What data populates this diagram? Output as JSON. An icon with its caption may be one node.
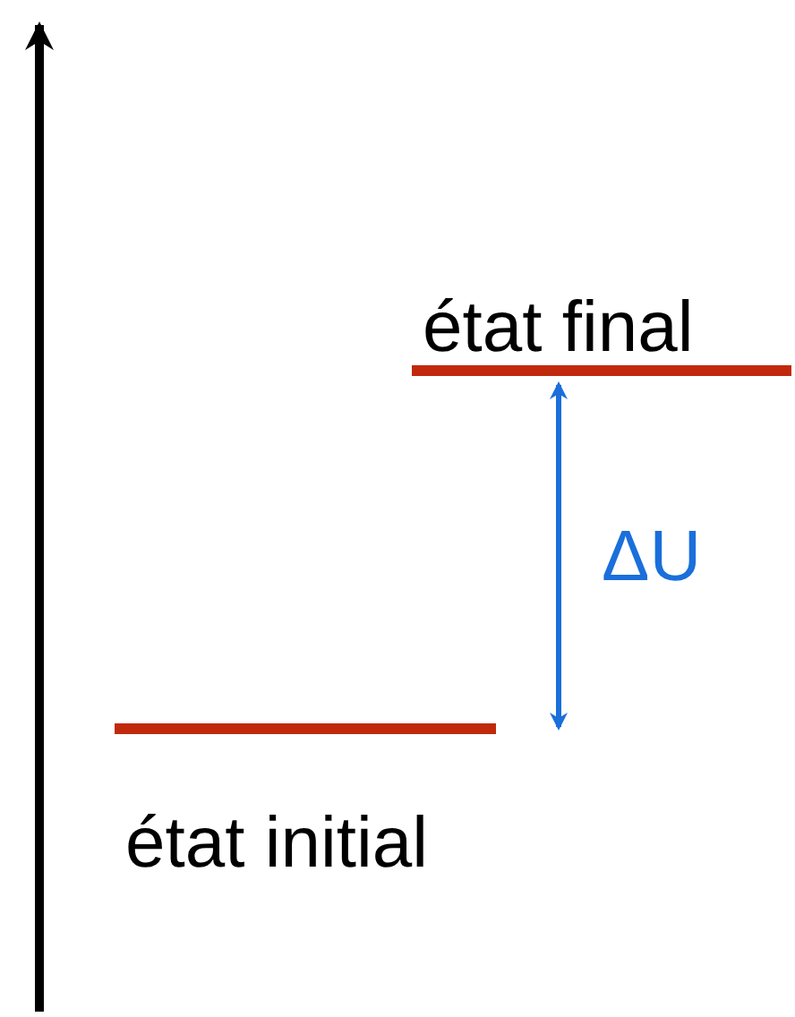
{
  "diagram": {
    "nodes": [
      {
        "text": [
          "état final"
        ]
      },
      {
        "text": [
          "état initial"
        ]
      }
    ],
    "labels": [
      "ΔU"
    ]
  }
}
